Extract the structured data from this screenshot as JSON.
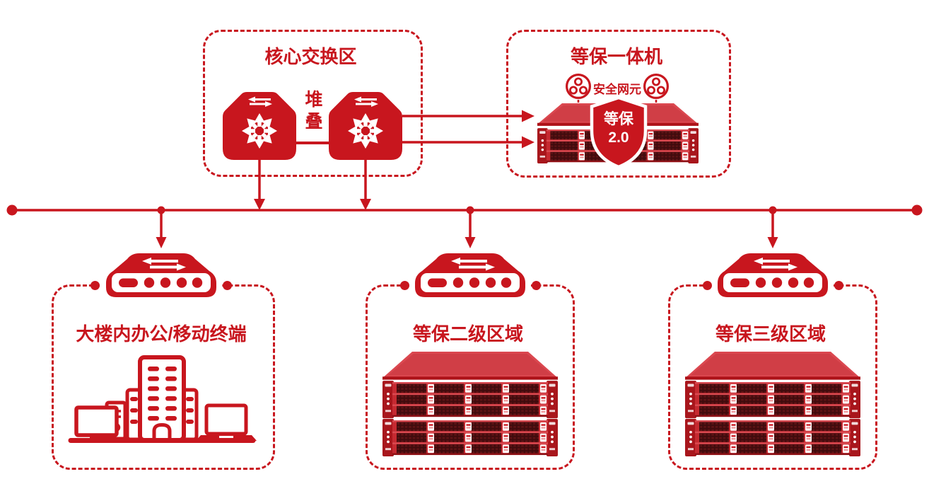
{
  "diagram": {
    "type": "network-security-topology",
    "colors": {
      "accent": "#C8161E",
      "server_top": "#DB4850",
      "server_body": "#C62A31",
      "server_ear": "#A8161C",
      "drive_bay": "#400B0D",
      "white": "#FFFFFF"
    },
    "core_zone": {
      "title": "核心交换区",
      "stack_label": "堆叠",
      "switch_count": 2
    },
    "appliance_zone": {
      "title": "等保一体机",
      "net_element_label": "安全网元",
      "shield": {
        "line1": "等保",
        "line2": "2.0"
      }
    },
    "bottom_zones": [
      {
        "title": "大楼内办公/移动终端"
      },
      {
        "title": "等保二级区域"
      },
      {
        "title": "等保三级区域"
      }
    ],
    "icons": {
      "core_switch": "core-switch-icon",
      "access_switch": "access-switch-icon",
      "appliance_server": "rack-server-icon",
      "server_stack": "server-stack-icon",
      "shield": "shield-icon",
      "net_element": "net-element-icon",
      "building_scene": "office-building-terminals-icon"
    }
  }
}
